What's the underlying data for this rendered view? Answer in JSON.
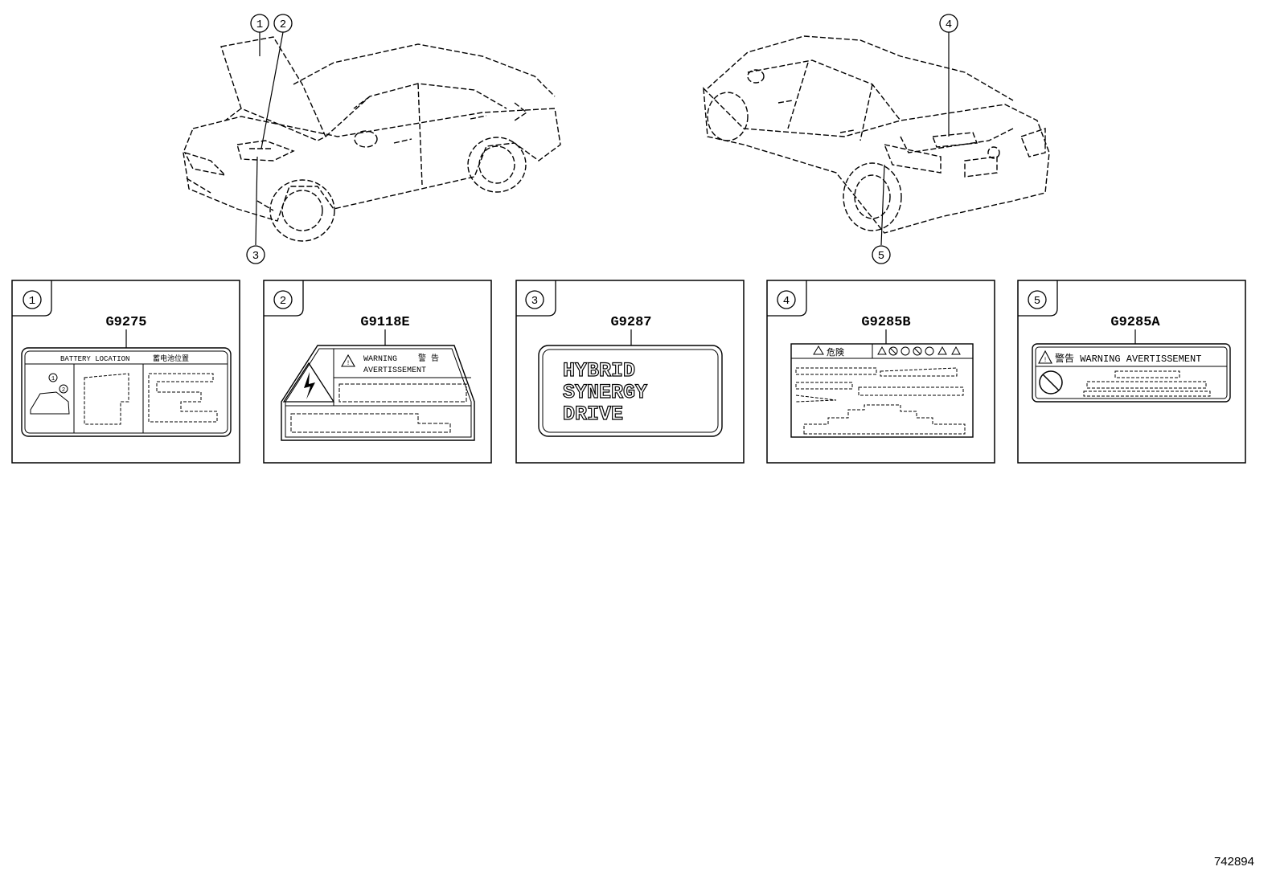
{
  "callouts": [
    "1",
    "2",
    "3",
    "4",
    "5"
  ],
  "panels": [
    {
      "index": "1",
      "part_number": "G9275",
      "label": {
        "title_left": "BATTERY LOCATION",
        "title_right": "蓄电池位置",
        "inner_callouts": [
          "1",
          "2"
        ]
      }
    },
    {
      "index": "2",
      "part_number": "G9118E",
      "label": {
        "warning": "WARNING",
        "warning_cjk": "警 告",
        "avertissement": "AVERTISSEMENT"
      }
    },
    {
      "index": "3",
      "part_number": "G9287",
      "label": {
        "lines": [
          "HYBRID",
          "SYNERGY",
          "DRIVE"
        ]
      }
    },
    {
      "index": "4",
      "part_number": "G9285B",
      "label": {
        "danger": "危険"
      }
    },
    {
      "index": "5",
      "part_number": "G9285A",
      "label": {
        "header": "警告 WARNING  AVERTISSEMENT"
      }
    }
  ],
  "diagram_id": "742894",
  "icons": [
    "warning-triangle-icon",
    "high-voltage-icon",
    "prohibited-icon"
  ]
}
